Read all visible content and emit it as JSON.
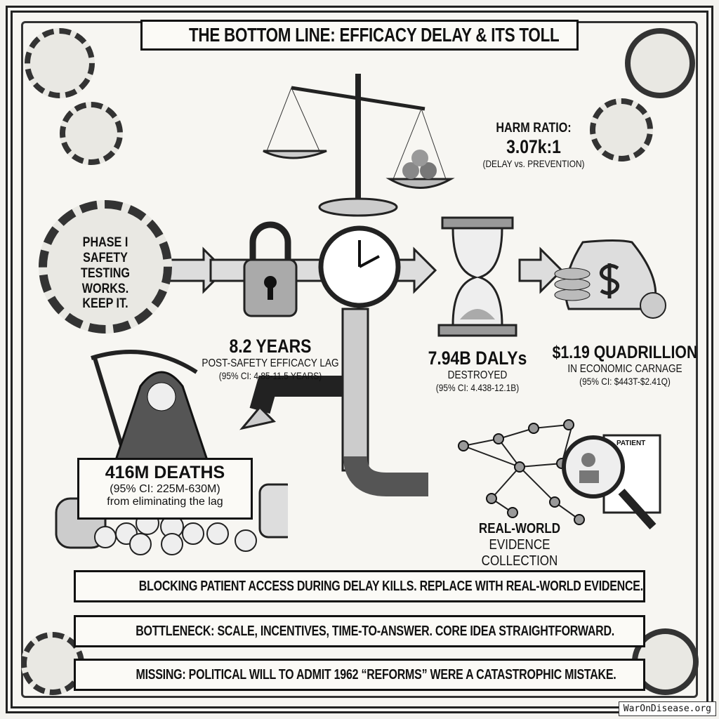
{
  "title": "THE BOTTOM LINE: EFFICACY DELAY & ITS TOLL",
  "harm_ratio": {
    "label": "HARM RATIO:",
    "value": "3.07k:1",
    "note": "(DELAY vs. PREVENTION)"
  },
  "phase": {
    "l1": "PHASE I",
    "l2": "SAFETY TESTING",
    "l3": "WORKS.",
    "l4": "KEEP IT."
  },
  "lag": {
    "value": "8.2 YEARS",
    "label": "POST-SAFETY EFFICACY LAG",
    "ci": "(95% CI: 4.85-11.5 YEARS)"
  },
  "dalys": {
    "value": "7.94B DALYs",
    "label": "DESTROYED",
    "ci": "(95% CI: 4.438-12.1B)"
  },
  "econ": {
    "value": "$1.19 QUADRILLION",
    "label": "IN ECONOMIC CARNAGE",
    "ci": "(95% CI: $443T-$2.41Q)"
  },
  "deaths": {
    "value": "416M DEATHS",
    "ci": "(95% CI: 225M-630M)",
    "note": "from eliminating the lag"
  },
  "rwe": {
    "l1": "REAL-WORLD",
    "l2": "EVIDENCE COLLECTION",
    "doc": "PATIENT"
  },
  "bottom": [
    "BLOCKING PATIENT ACCESS DURING DELAY KILLS. REPLACE WITH REAL-WORLD EVIDENCE.",
    "BOTTLENECK: SCALE, INCENTIVES, TIME-TO-ANSWER. CORE IDEA STRAIGHTFORWARD.",
    "MISSING: POLITICAL WILL TO ADMIT 1962 “REFORMS” WERE A CATASTROPHIC MISTAKE."
  ],
  "watermark": "WarOnDisease.org"
}
